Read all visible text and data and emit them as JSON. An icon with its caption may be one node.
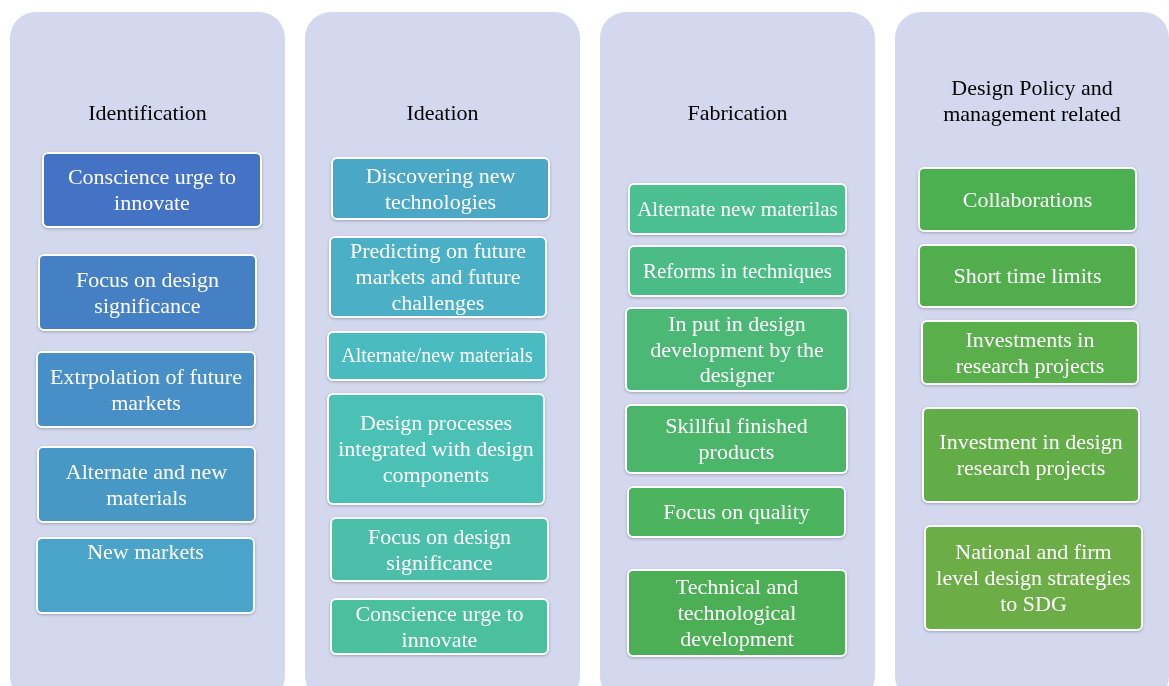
{
  "diagram": {
    "nodes": [
      {
        "text": [
          "Identification"
        ]
      },
      {
        "text": [
          "Conscience urge to innovate"
        ],
        "in": 0
      },
      {
        "text": [
          "Focus on design significance"
        ],
        "in": 0
      },
      {
        "text": [
          "Extrpolation of future markets"
        ],
        "in": 0
      },
      {
        "text": [
          "Alternate and new materials"
        ],
        "in": 0
      },
      {
        "text": [
          "New markets"
        ],
        "in": 0
      },
      {
        "text": [
          "Ideation"
        ]
      },
      {
        "text": [
          "Discovering new technologies"
        ],
        "in": 6
      },
      {
        "text": [
          "Predicting on future markets and future challenges"
        ],
        "in": 6
      },
      {
        "text": [
          "Alternate/new materials"
        ],
        "in": 6
      },
      {
        "text": [
          "Design processes integrated with design components"
        ],
        "in": 6
      },
      {
        "text": [
          "Focus on design significance"
        ],
        "in": 6
      },
      {
        "text": [
          "Conscience urge to innovate"
        ],
        "in": 6
      },
      {
        "text": [
          "Fabrication"
        ]
      },
      {
        "text": [
          "Alternate new materilas"
        ],
        "in": 13
      },
      {
        "text": [
          "Reforms in techniques"
        ],
        "in": 13
      },
      {
        "text": [
          "In put in design development by the designer"
        ],
        "in": 13
      },
      {
        "text": [
          "Skillful finished products"
        ],
        "in": 13
      },
      {
        "text": [
          "Focus on quality"
        ],
        "in": 13
      },
      {
        "text": [
          "Technical and technological development"
        ],
        "in": 13
      },
      {
        "text": [
          "Design Policy and management related"
        ]
      },
      {
        "text": [
          "Collaborations"
        ],
        "in": 20
      },
      {
        "text": [
          "Short time limits"
        ],
        "in": 20
      },
      {
        "text": [
          "Investments in research projects"
        ],
        "in": 20
      },
      {
        "text": [
          "Investment in design research projects"
        ],
        "in": 20
      },
      {
        "text": [
          "National and firm level design strategies to SDG"
        ],
        "in": 20
      }
    ]
  }
}
